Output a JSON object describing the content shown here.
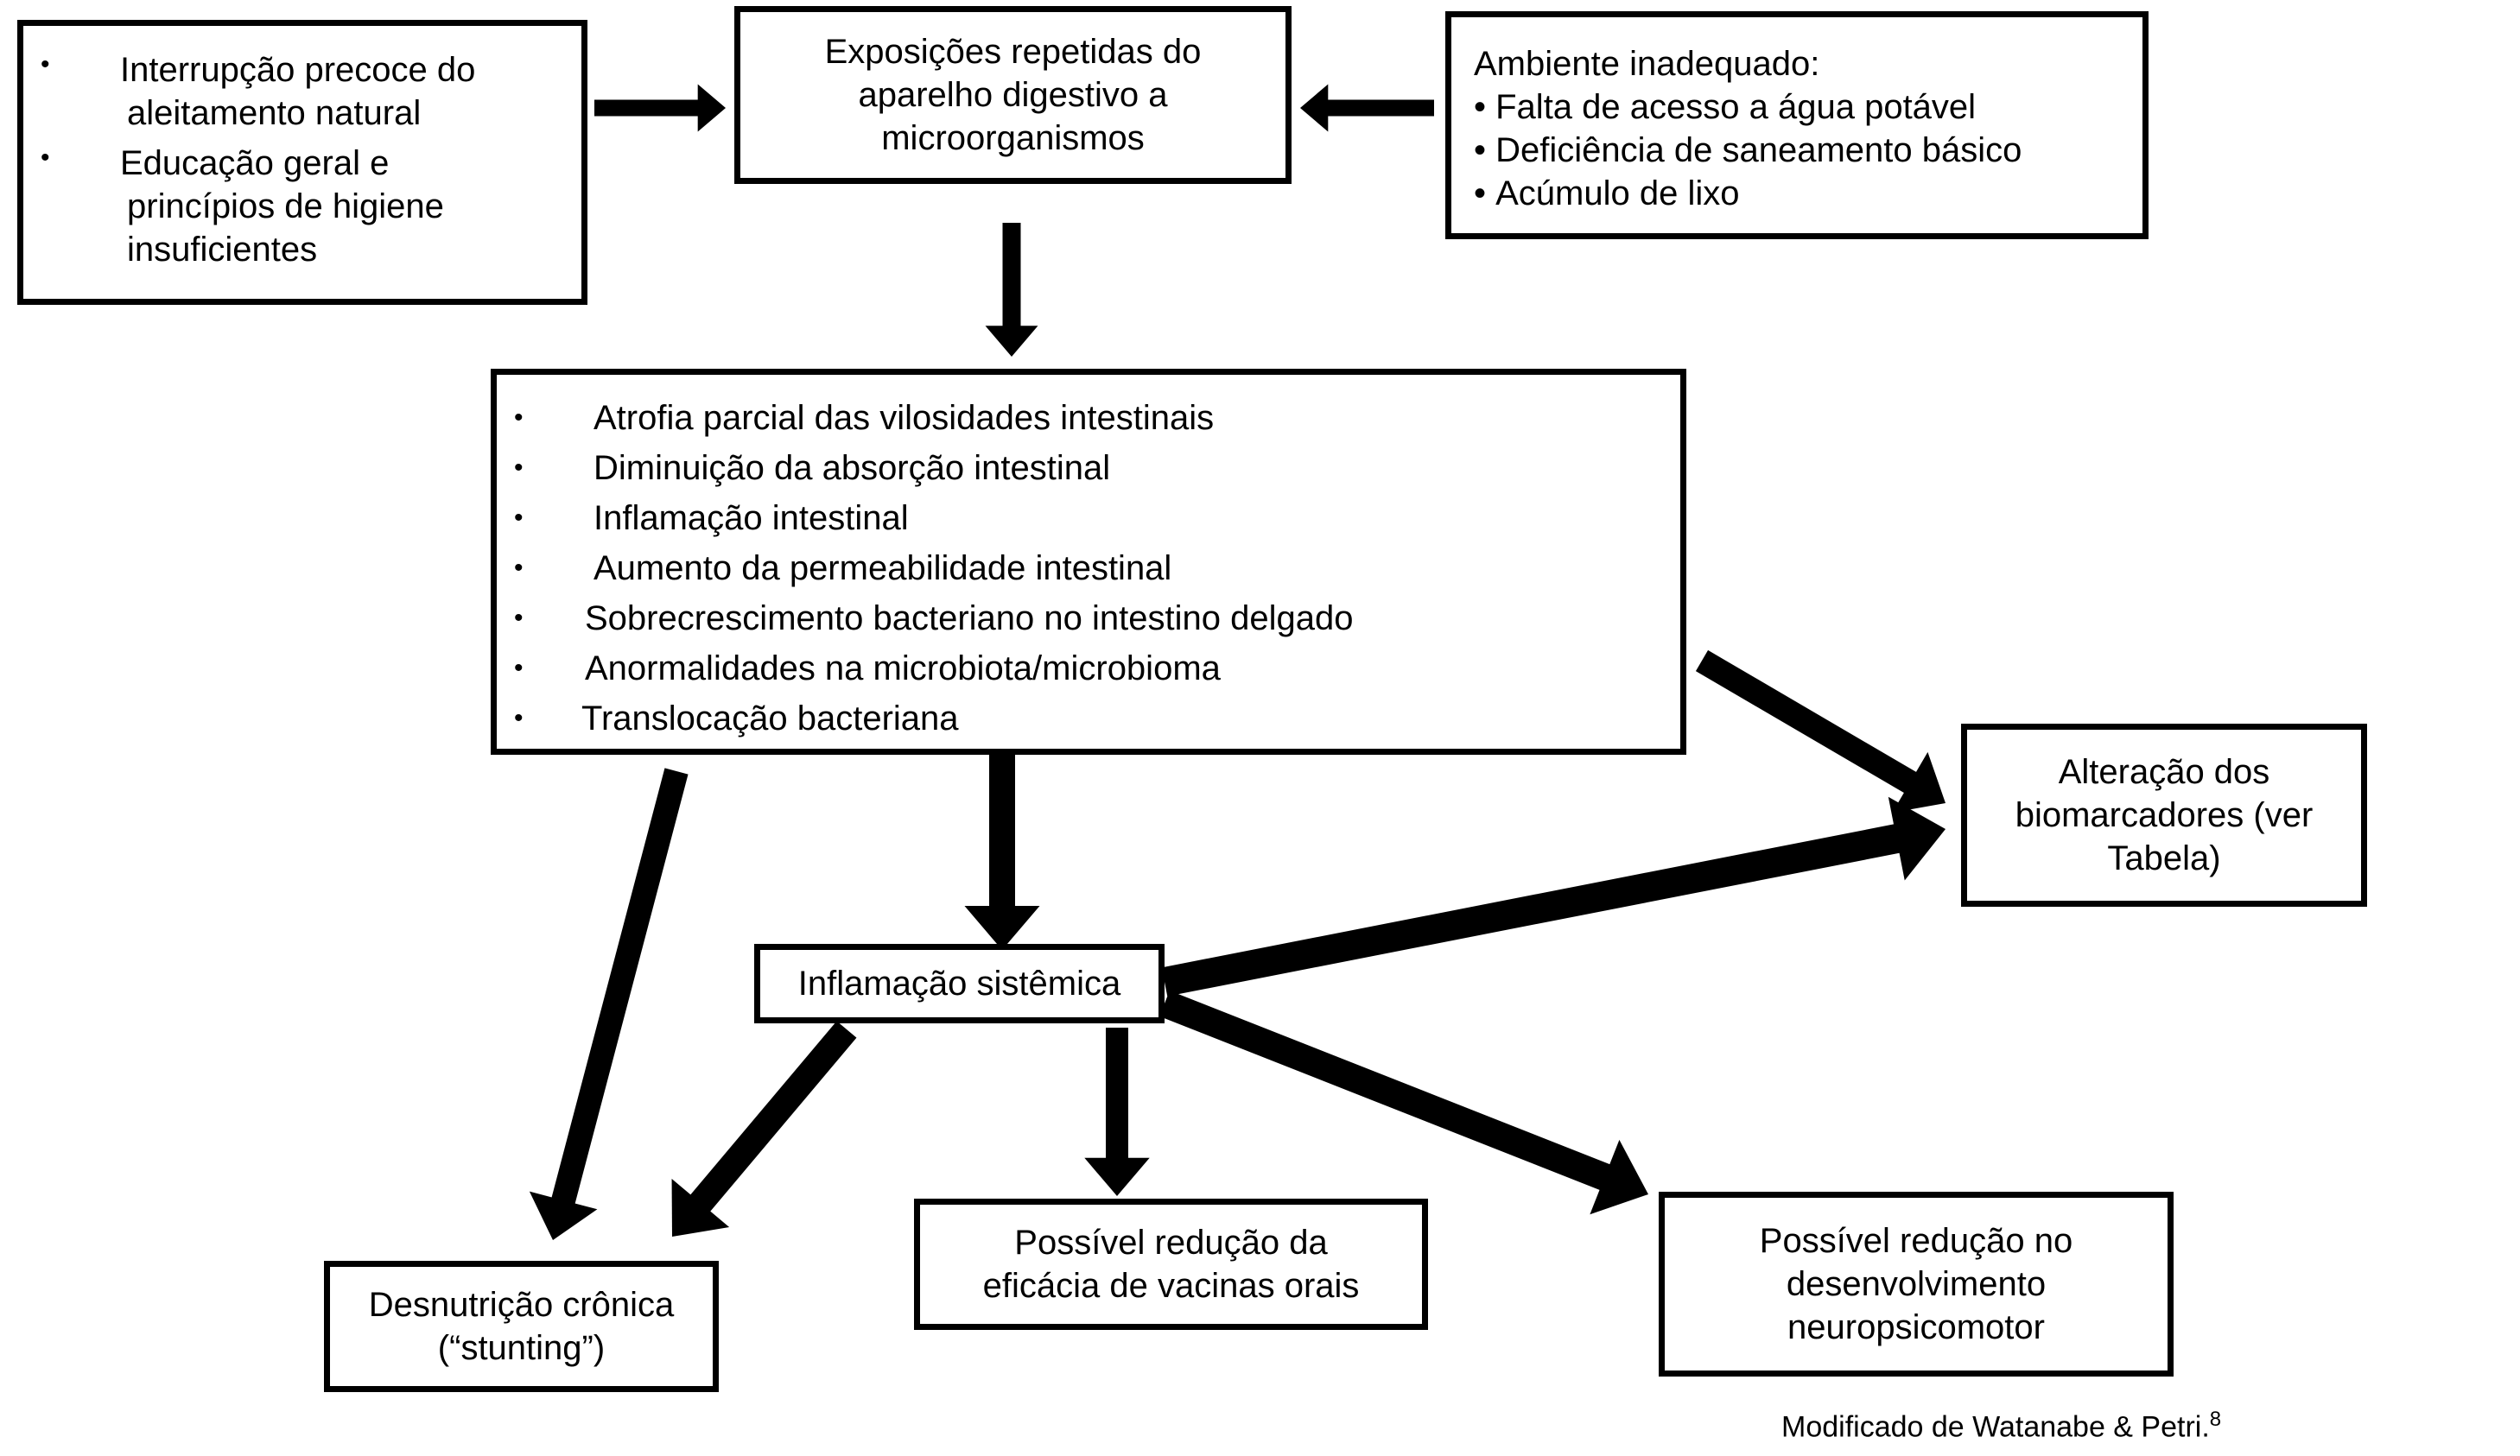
{
  "boxes": {
    "causes_left": [
      {
        "line1": "Interrupção precoce do",
        "line2": "aleitamento natural"
      },
      {
        "line1": "Educação geral e",
        "line2": "princípios de higiene",
        "line3": "insuficientes"
      }
    ],
    "exposures": [
      "Exposições repetidas do",
      "aparelho digestivo a",
      "microorganismos"
    ],
    "environment": {
      "title": "Ambiente inadequado:",
      "items": [
        "Falta de acesso a água potável",
        "Deficiência de saneamento básico",
        "Acúmulo de lixo"
      ]
    },
    "intestinal_effects": [
      "Atrofia parcial das vilosidades intestinais",
      "Diminuição da absorção intestinal",
      "Inflamação intestinal",
      "Aumento da permeabilidade intestinal",
      "Sobrecrescimento bacteriano no intestino delgado",
      "Anormalidades na microbiota/microbioma",
      "Translocação bacteriana"
    ],
    "biomarkers": [
      "Alteração dos",
      "biomarcadores (ver",
      "Tabela)"
    ],
    "systemic_inflammation": "Inflamação sistêmica",
    "stunting": [
      "Desnutrição crônica",
      "(“stunting”)"
    ],
    "vaccines": [
      "Possível redução da",
      "eficácia de vacinas orais"
    ],
    "neuro": [
      "Possível redução no",
      "desenvolvimento",
      "neuropsicomotor"
    ]
  },
  "credit": {
    "text": "Modificado de Watanabe & Petri.",
    "ref": "8"
  },
  "colors": {
    "ink": "#000000",
    "background": "#ffffff"
  }
}
